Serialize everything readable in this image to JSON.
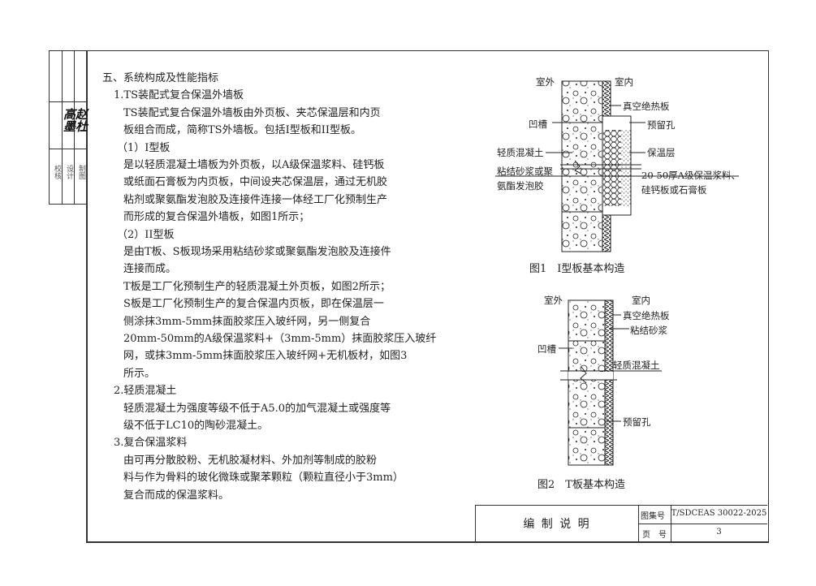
{
  "side_block": {
    "roles": [
      "校核",
      "设计",
      "制图"
    ],
    "signatures": [
      "高墨",
      "赵杜"
    ]
  },
  "body": {
    "lines": [
      {
        "text": "五、系统构成及性能指标",
        "indent": 0
      },
      {
        "text": "1.TS装配式复合保温外墙板",
        "indent": 1
      },
      {
        "text": "TS装配式复合保温外墙板由外页板、夹芯保温层和内页",
        "indent": 2
      },
      {
        "text": "板组合而成，简称TS外墙板。包括I型板和II型板。",
        "indent": 2
      },
      {
        "text": "（1）I型板",
        "indent": 1.5
      },
      {
        "text": "是以轻质混凝土墙板为外页板，以A级保温浆料、硅钙板",
        "indent": 2
      },
      {
        "text": "或纸面石膏板为内页板，中间设夹芯保温层，通过无机胶",
        "indent": 2
      },
      {
        "text": "粘剂或聚氨酯发泡胶及连接件连接一体经工厂化预制生产",
        "indent": 2
      },
      {
        "text": "而形成的复合保温外墙板，如图1所示；",
        "indent": 2
      },
      {
        "text": "（2）II型板",
        "indent": 1.5
      },
      {
        "text": "是由T板、S板现场采用粘结砂浆或聚氨酯发泡胶及连接件",
        "indent": 2
      },
      {
        "text": "连接而成。",
        "indent": 2
      },
      {
        "text": "T板是工厂化预制生产的轻质混凝土外页板，如图2所示；",
        "indent": 2
      },
      {
        "text": "S板是工厂化预制生产的复合保温内页板，即在保温层一",
        "indent": 2
      },
      {
        "text": "侧涂抹3mm-5mm抹面胶浆压入玻纤网，另一侧复合",
        "indent": 2
      },
      {
        "text": "20mm-50mm的A级保温浆料+（3mm-5mm）抹面胶浆压入玻纤",
        "indent": 2
      },
      {
        "text": "网，或抹3mm-5mm抹面胶浆压入玻纤网+无机板材，如图3",
        "indent": 2
      },
      {
        "text": "所示。",
        "indent": 2
      },
      {
        "text": "2.轻质混凝土",
        "indent": 1
      },
      {
        "text": "轻质混凝土为强度等级不低于A5.0的加气混凝土或强度等",
        "indent": 2
      },
      {
        "text": "级不低于LC10的陶砂混凝土。",
        "indent": 2
      },
      {
        "text": "3.复合保温浆料",
        "indent": 1
      },
      {
        "text": "由可再分散胶粉、无机胶凝材料、外加剂等制成的胶粉",
        "indent": 2
      },
      {
        "text": "料与作为骨料的玻化微珠或聚苯颗粒（颗粒直径小于3mm）",
        "indent": 2
      },
      {
        "text": "复合而成的保温浆料。",
        "indent": 2
      }
    ]
  },
  "fig1": {
    "outside": "室外",
    "inside": "室内",
    "vacuum": "真空绝热板",
    "groove": "凹槽",
    "hole": "预留孔",
    "concrete": "轻质混凝土",
    "insul": "保温层",
    "mortar1": "粘结砂浆或聚",
    "mortar2": "氨酯发泡胶",
    "board1": "20-50厚A级保温浆料、",
    "board2": "硅钙板或石膏板",
    "caption": "图1　I型板基本构造"
  },
  "fig2": {
    "outside": "室外",
    "inside": "室内",
    "vacuum": "真空绝热板",
    "mortar": "粘结砂浆",
    "groove": "凹槽",
    "concrete": "轻质混凝土",
    "hole": "预留孔",
    "caption": "图2　T板基本构造"
  },
  "title_block": {
    "title": "编 制 说 明",
    "atlas_label": "图集号",
    "atlas_no": "T/SDCEAS 30022-2025",
    "page_label": "页　号",
    "page_no": "3"
  }
}
